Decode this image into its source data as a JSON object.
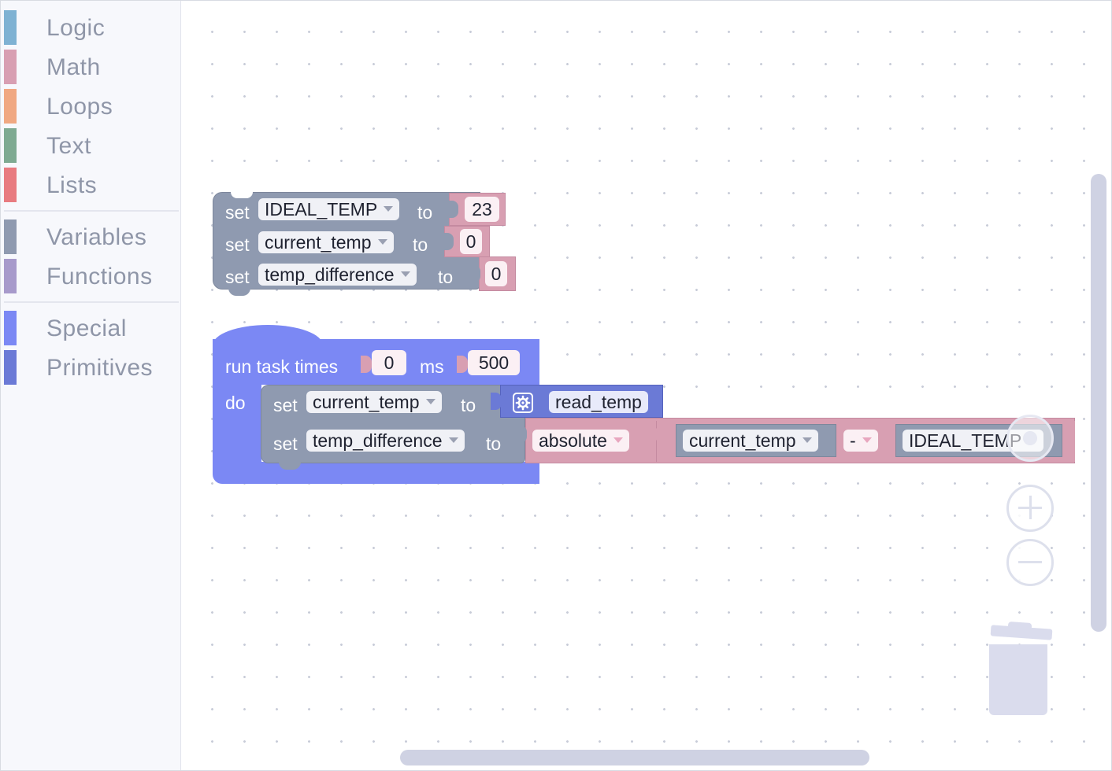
{
  "toolbox": {
    "categories": [
      {
        "label": "Logic",
        "color": "#7fb2d3"
      },
      {
        "label": "Math",
        "color": "#d89fb2"
      },
      {
        "label": "Loops",
        "color": "#f0a882"
      },
      {
        "label": "Text",
        "color": "#7faa92"
      },
      {
        "label": "Lists",
        "color": "#e87b80"
      },
      {
        "label": "Variables",
        "color": "#8f9ab0"
      },
      {
        "label": "Functions",
        "color": "#a79acb"
      },
      {
        "label": "Special",
        "color": "#7b88f4"
      },
      {
        "label": "Primitives",
        "color": "#6b7ad6"
      }
    ]
  },
  "workspace": {
    "init_blocks": [
      {
        "keyword": "set",
        "variable": "IDEAL_TEMP",
        "to": "to",
        "value": "23"
      },
      {
        "keyword": "set",
        "variable": "current_temp",
        "to": "to",
        "value": "0"
      },
      {
        "keyword": "set",
        "variable": "temp_difference",
        "to": "to",
        "value": "0"
      }
    ],
    "task": {
      "title": "run task times",
      "times_value": "0",
      "unit": "ms",
      "interval_value": "500",
      "do_label": "do",
      "stmt1": {
        "keyword": "set",
        "variable": "current_temp",
        "to": "to",
        "call": "read_temp"
      },
      "stmt2": {
        "keyword": "set",
        "variable": "temp_difference",
        "to": "to",
        "func": "absolute",
        "left": "current_temp",
        "op": "-",
        "right": "IDEAL_TEMP"
      }
    }
  },
  "colors": {
    "variable_block": "#8f9ab0",
    "math_block": "#d89fb2",
    "special_block": "#7b88f4",
    "primitive_block": "#6b7ad6"
  },
  "icons": [
    "gear-icon",
    "zoom-in-icon",
    "zoom-out-icon",
    "reset-view-icon",
    "trash-icon"
  ]
}
